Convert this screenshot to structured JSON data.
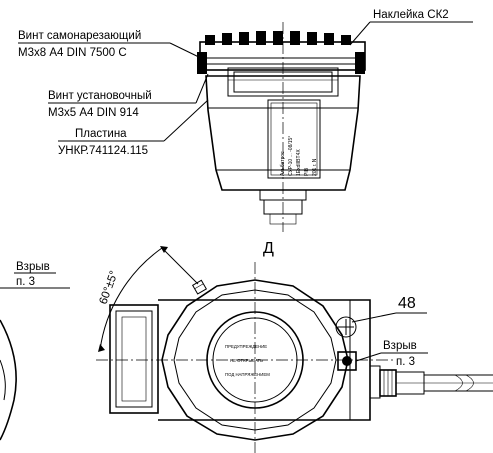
{
  "callouts": {
    "screw_self_tapping": {
      "line1": "Винт самонарезающий",
      "line2": "М3х8 А4 DIN 7500 C"
    },
    "set_screw": {
      "line1": "Винт установочный",
      "line2": "М3х5 А4 DIN 914"
    },
    "plate": {
      "line1": "Пластина",
      "line2": "УНКР.741124.115"
    },
    "sticker": {
      "line1": "Наклейка СК2"
    },
    "explosion_left": {
      "line1": "Взрыв",
      "line2": "п. 3"
    },
    "explosion_right": {
      "line1": "Взрыв",
      "line2": "п. 3"
    }
  },
  "view_label": "Д",
  "angle_dim": "60°±5°",
  "position_number": "48",
  "nameplate": {
    "brand": "Альбатрос",
    "model": "СУР-10 ... -08/15°",
    "marking_1": "1ExdIIBT4X",
    "marking_2": "PIB",
    "year": "201 г. N"
  },
  "warning_cover": {
    "line1": "ПРЕДУПРЕЖДЕНИЕ",
    "line2": "НЕ ОТКРЫВАТЬ",
    "line3": "ПОД НАПРЯЖЕНИЕМ"
  }
}
